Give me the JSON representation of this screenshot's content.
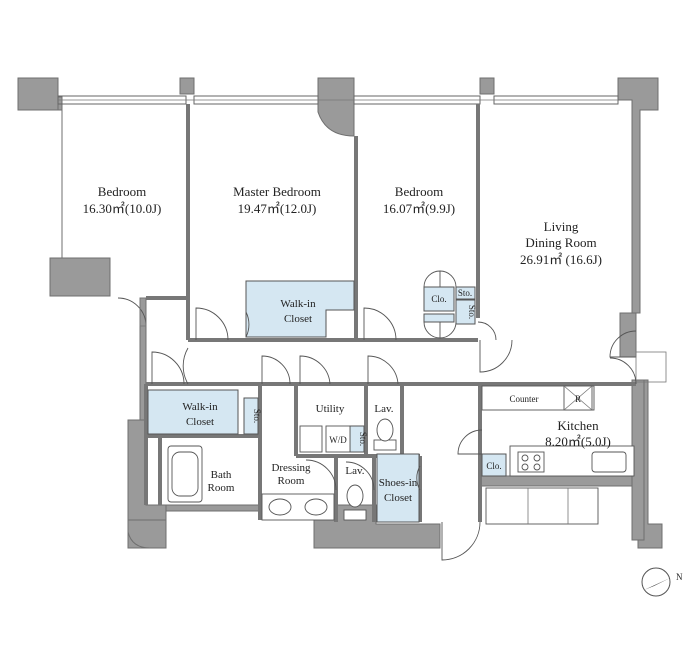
{
  "rooms": {
    "bedroom1": {
      "name": "Bedroom",
      "area": "16.30㎡(10.0J)"
    },
    "master": {
      "name": "Master Bedroom",
      "area": "19.47㎡(12.0J)"
    },
    "bedroom2": {
      "name": "Bedroom",
      "area": "16.07㎡(9.9J)"
    },
    "living": {
      "name1": "Living",
      "name2": "Dining Room",
      "area": "26.91㎡ (16.6J)"
    },
    "kitchen": {
      "name": "Kitchen",
      "area": "8.20㎡(5.0J)"
    }
  },
  "closets": {
    "walkin_master": {
      "l1": "Walk-in",
      "l2": "Closet"
    },
    "walkin_hall": {
      "l1": "Walk-in",
      "l2": "Closet"
    },
    "shoes": {
      "l1": "Shoes-in",
      "l2": "Closet"
    },
    "clo_bed": "Clo.",
    "sto_bed_top": "Sto.",
    "sto_bed_side": "Sto.",
    "clo_kitchen": "Clo.",
    "sto_hall": "Sto.",
    "sto_utility": "Sto."
  },
  "service": {
    "utility": "Utility",
    "lav1": "Lav.",
    "lav2": "Lav.",
    "wd": "W/D",
    "bath1": "Bath",
    "bath2": "Room",
    "dressing1": "Dressing",
    "dressing2": "Room",
    "counter": "Counter",
    "fridge": "R"
  },
  "compass": {
    "letter": "N"
  },
  "colors": {
    "wall": "#9a9a9a",
    "closet": "#d5e7f2",
    "line": "#555555"
  }
}
